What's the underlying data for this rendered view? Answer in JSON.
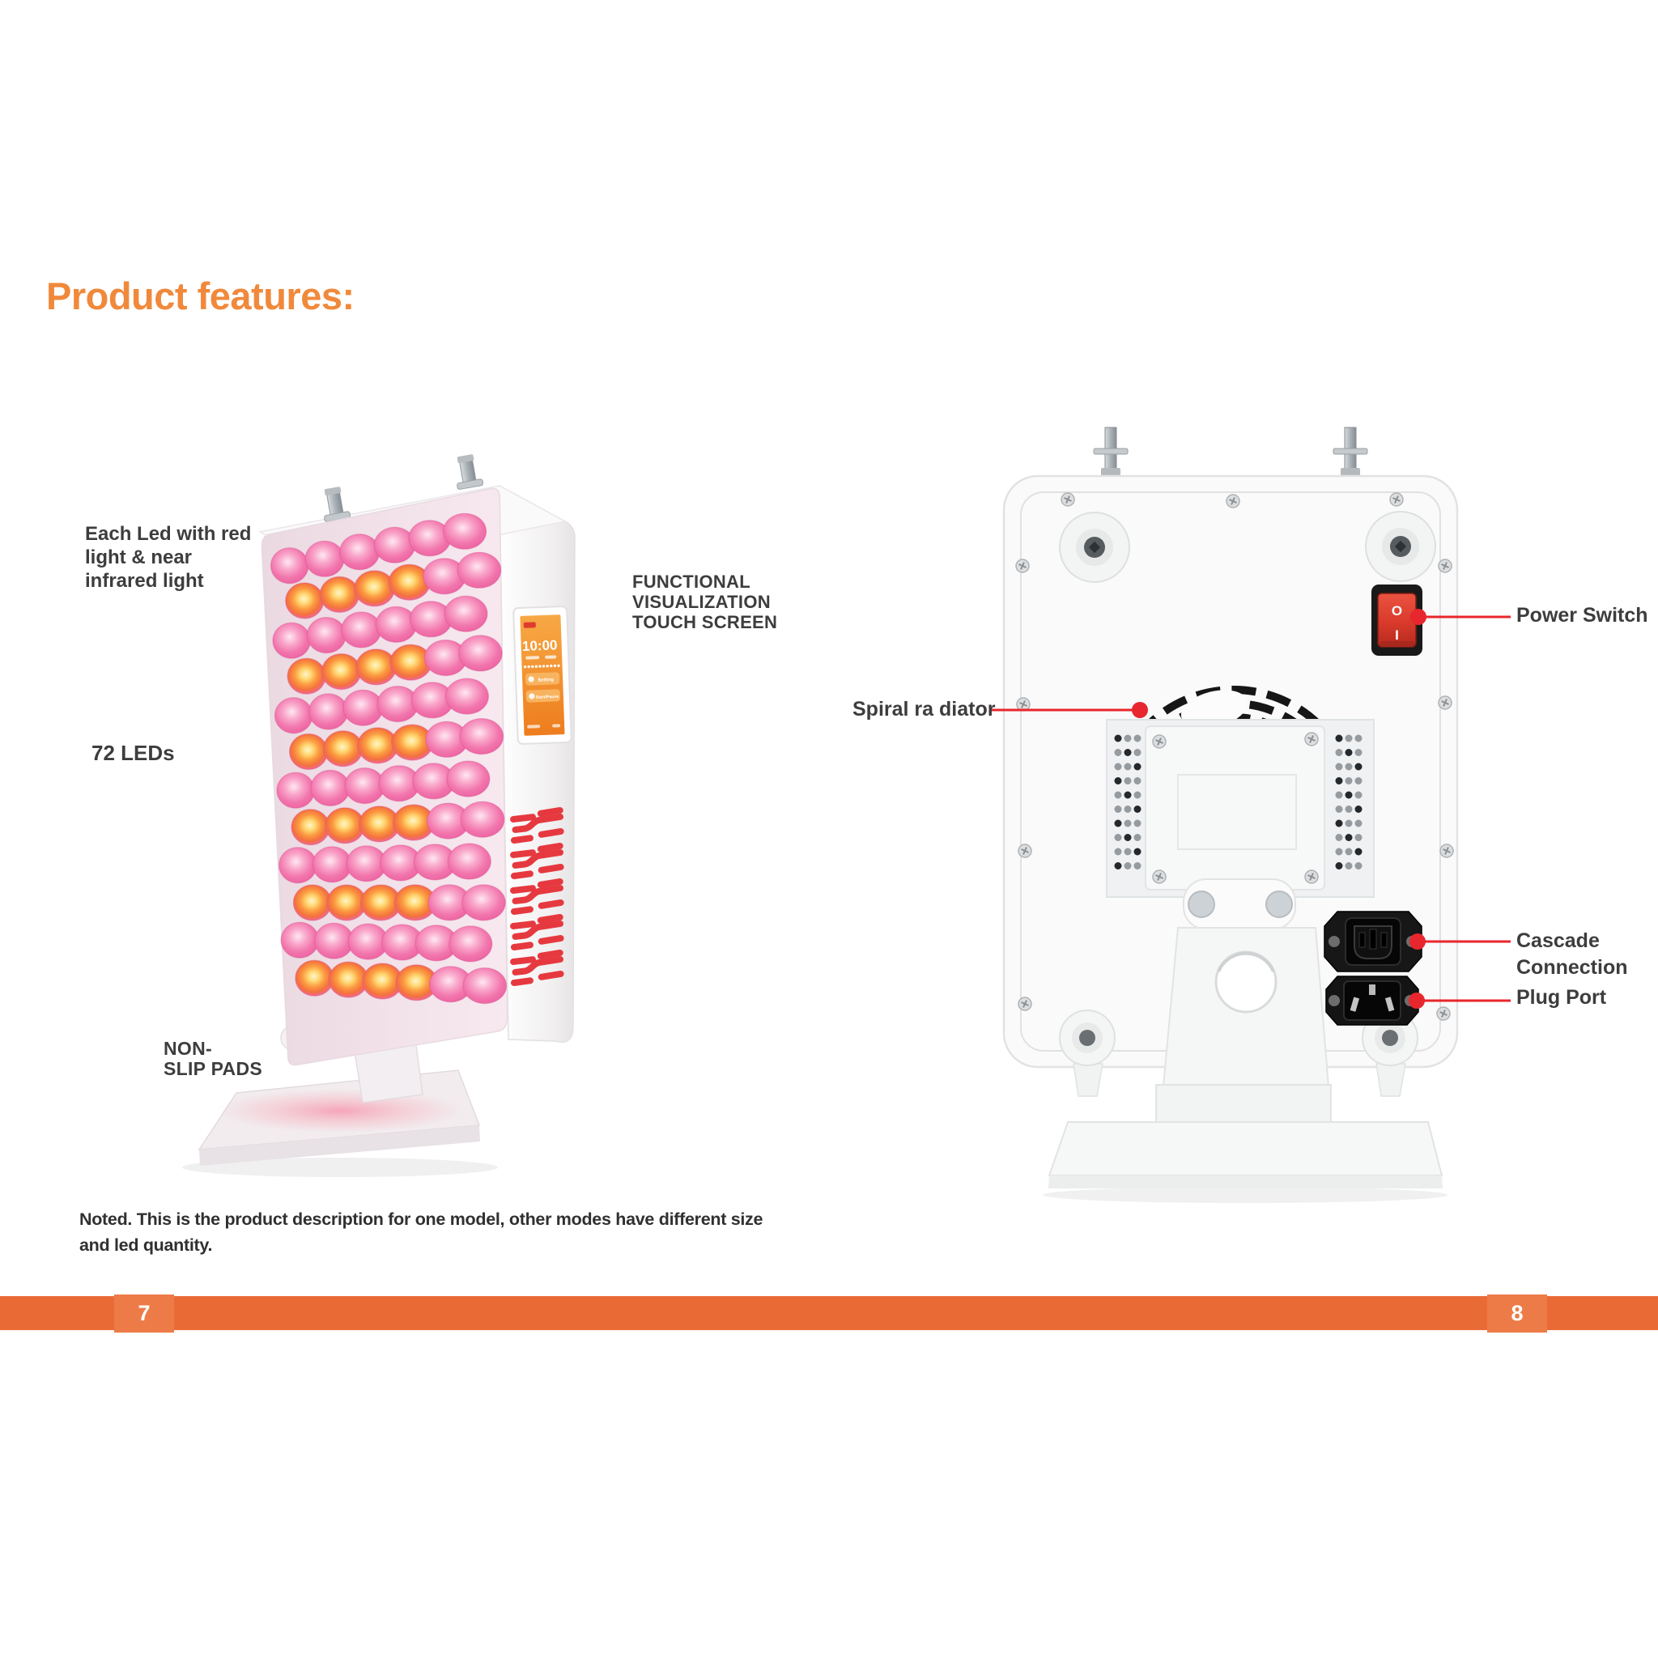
{
  "page": {
    "title": "Product features:",
    "note": {
      "line1": "Noted. This is the product description for one model, other modes have different size",
      "line2": "and led quantity."
    },
    "footer": {
      "left_page": "7",
      "right_page": "8"
    }
  },
  "front_view": {
    "labels": {
      "led_type": {
        "line1": "Each Led with red",
        "line2": "light & near",
        "line3": "infrared light"
      },
      "led_count": "72 LEDs",
      "touch_screen": {
        "line1": "FUNCTIONAL",
        "line2": "VISUALIZATION",
        "line3": "TOUCH SCREEN"
      },
      "non_slip": {
        "line1": "NON-",
        "line2": "SLIP PADS"
      }
    },
    "screen": {
      "time": "10:00",
      "setting_button": "Setting",
      "start_button": "Start/Pause"
    }
  },
  "back_view": {
    "labels": {
      "power_switch": "Power Switch",
      "spiral_radiator": "Spiral ra diator",
      "cascade_connection": {
        "line1": "Cascade",
        "line2": "Connection"
      },
      "plug_port": "Plug Port"
    },
    "power_switch_marks": {
      "off": "O",
      "on": "I"
    }
  },
  "colors": {
    "title_orange": "#F0893B",
    "footer_orange": "#EA6A35",
    "footer_page_block": "#ED7B48",
    "callout_red": "#E8262D",
    "label_text": "#3D3D3D",
    "note_text": "#303030",
    "screen_orange": "#F08A28",
    "led_pink": "#EE5F9B",
    "vent_red": "#E6393F"
  }
}
